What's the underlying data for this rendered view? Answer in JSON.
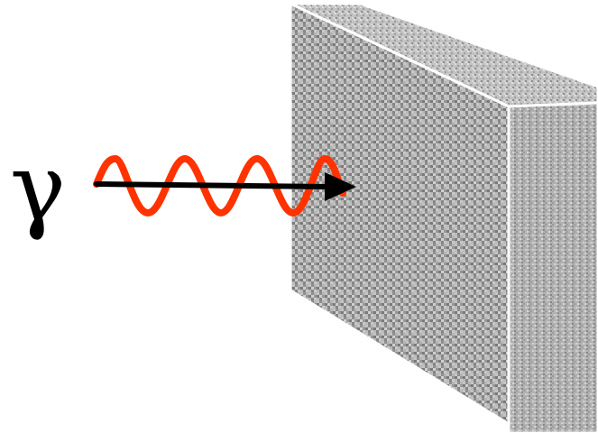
{
  "diagram": {
    "particle_symbol": "γ",
    "colors": {
      "background": "#ffffff",
      "symbol": "#000000",
      "photon_wave": "#ff3300",
      "arrow": "#000000",
      "slab_edge": "#ffffff",
      "slab_texture_light": "#d8d8d8",
      "slab_texture_dark": "#555555"
    },
    "elements": {
      "photon": "wavy-line",
      "direction": "arrow",
      "absorber": "textured-slab"
    }
  }
}
